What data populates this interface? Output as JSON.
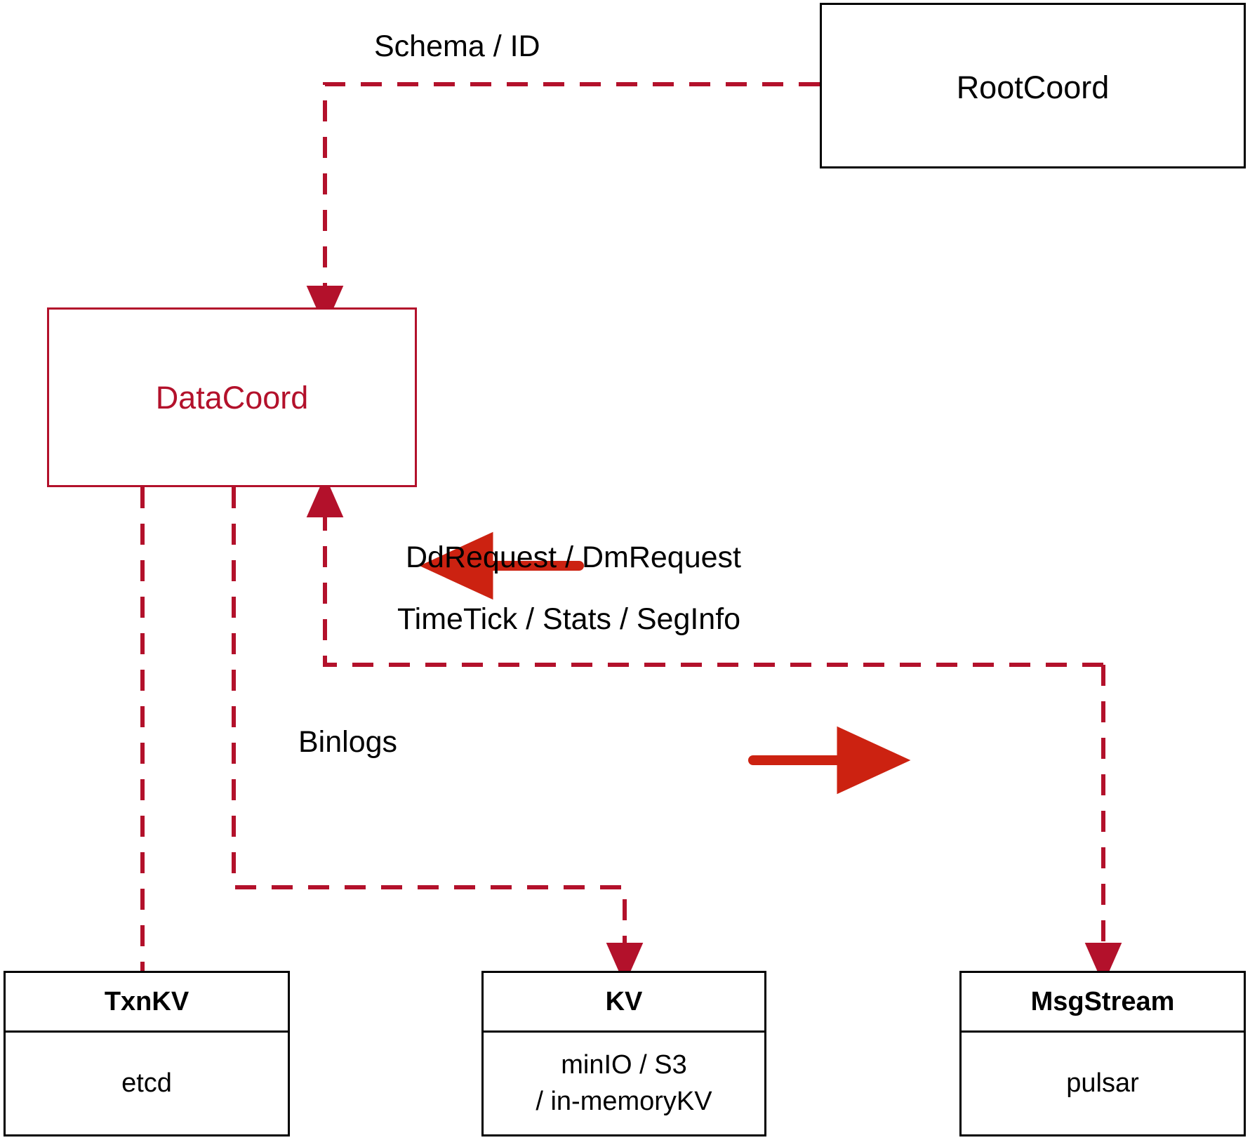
{
  "diagram": {
    "title": "DataCoord component interaction diagram",
    "colors": {
      "dashed_line": "#b3112b",
      "solid_arrow": "#cc2211",
      "box_border_black": "#000000",
      "box_border_red": "#b3112b",
      "text": "#000000",
      "background": "#ffffff"
    },
    "nodes": {
      "rootcoord": {
        "label": "RootCoord"
      },
      "datacoord": {
        "label": "DataCoord"
      },
      "txnkv": {
        "title": "TxnKV",
        "body_lines": [
          "etcd"
        ]
      },
      "kv": {
        "title": "KV",
        "body_lines": [
          "minIO / S3",
          "/ in-memoryKV"
        ]
      },
      "msgstream": {
        "title": "MsgStream",
        "body_lines": [
          "pulsar"
        ]
      }
    },
    "edge_labels": {
      "schema_id": "Schema / ID",
      "dd_dm_request": "DdRequest / DmRequest",
      "timetick_stats_seginfo": "TimeTick / Stats / SegInfo",
      "binlogs": "Binlogs"
    }
  }
}
